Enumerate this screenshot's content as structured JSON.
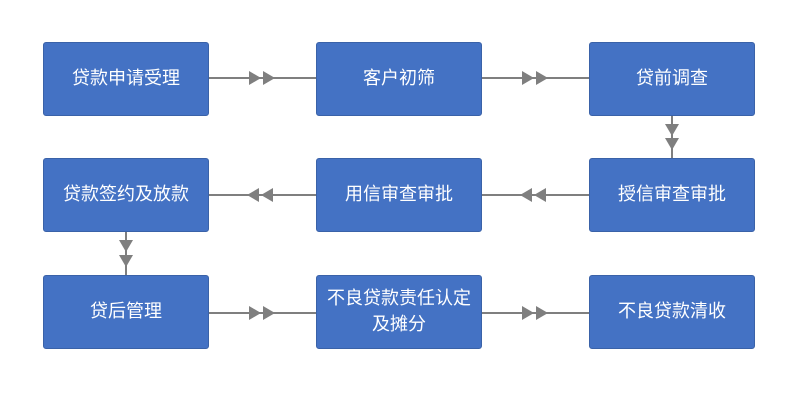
{
  "steps": [
    {
      "label": "贷款申请受理"
    },
    {
      "label": "客户初筛"
    },
    {
      "label": "贷前调查"
    },
    {
      "label": "授信审查审批"
    },
    {
      "label": "用信审查审批"
    },
    {
      "label": "贷款签约及放款"
    },
    {
      "label": "贷后管理"
    },
    {
      "label": "不良贷款责任认定及摊分"
    },
    {
      "label": "不良贷款清收"
    }
  ],
  "colors": {
    "box_fill": "#4472c4",
    "box_text": "#ffffff",
    "connector": "#7f7f7f"
  }
}
